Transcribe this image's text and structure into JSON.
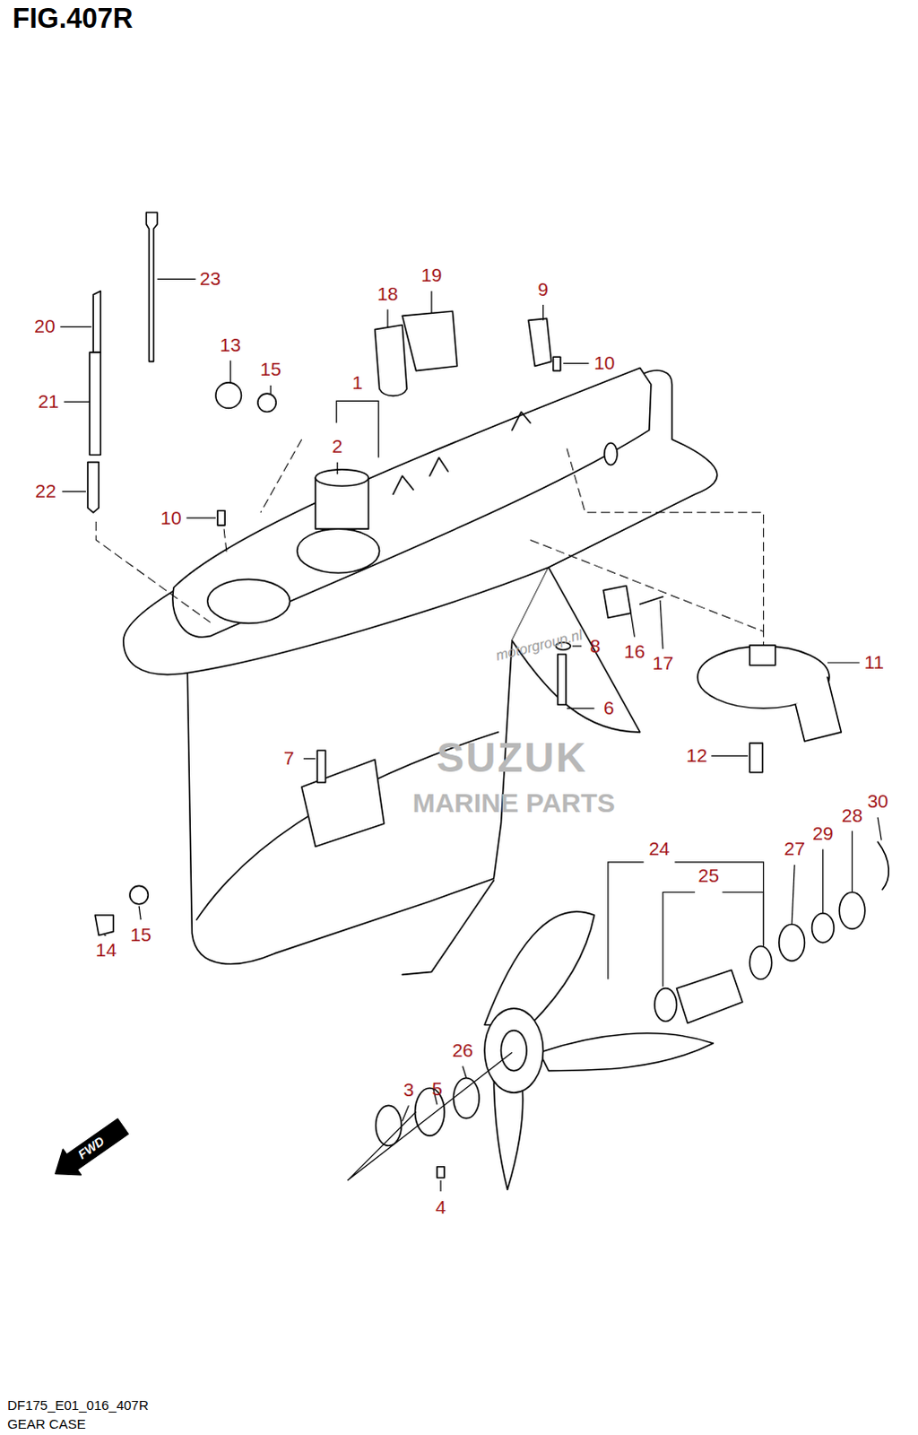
{
  "diagram": {
    "title": "FIG.407R",
    "labels": [
      "23",
      "19",
      "18",
      "9",
      "20",
      "13",
      "15",
      "10",
      "1",
      "21",
      "2",
      "22",
      "10",
      "8",
      "16",
      "17",
      "11",
      "6",
      "7",
      "12",
      "30",
      "28",
      "24",
      "27",
      "29",
      "25",
      "15",
      "14",
      "26",
      "3",
      "5",
      "4",
      "motorgroup.nl",
      "SUZUK",
      "MARINE PARTS",
      "FWD",
      "DF175_E01_016_407R",
      "GEAR CASE"
    ]
  }
}
